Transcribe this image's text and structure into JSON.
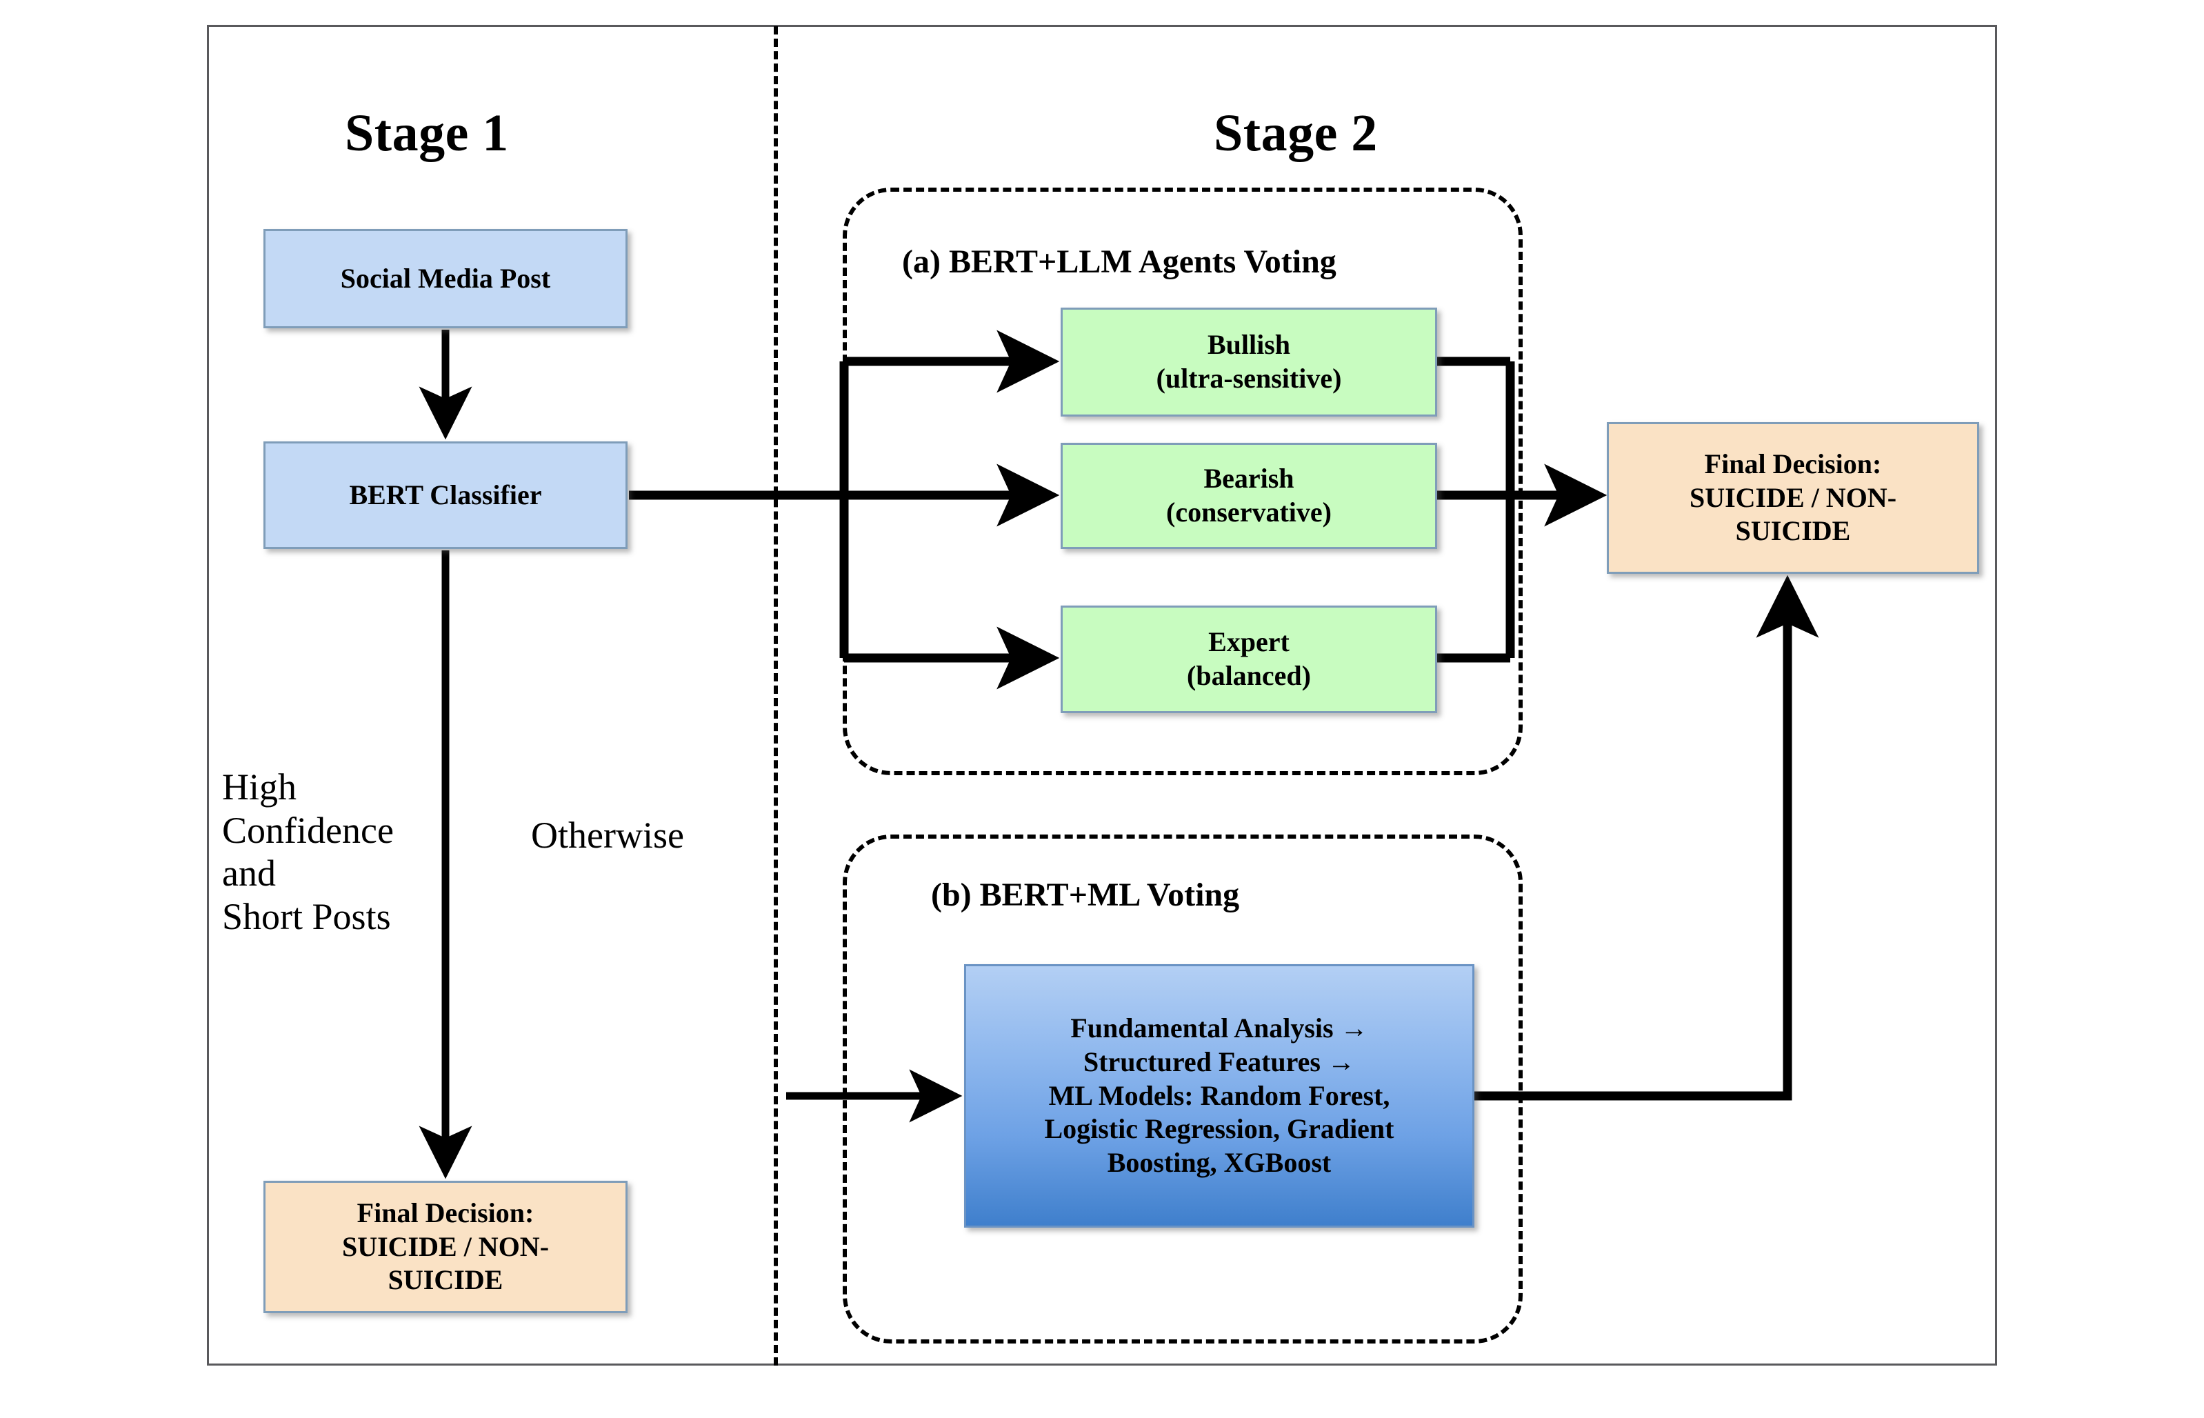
{
  "figure": {
    "stage1": {
      "title": "Stage 1"
    },
    "stage2": {
      "title": "Stage 2"
    }
  },
  "nodes": {
    "social_post": {
      "label": "Social Media Post",
      "fill": "#c3d9f5"
    },
    "bert_classifier": {
      "label": "BERT Classifier",
      "fill": "#c3d9f5"
    },
    "final_left": {
      "line1": "Final Decision:",
      "line2": "SUICIDE / NON-",
      "line3": "SUICIDE",
      "fill": "#fae2c5"
    },
    "bullish": {
      "line1": "Bullish",
      "line2": "(ultra-sensitive)",
      "fill": "#c8fcc0"
    },
    "bearish": {
      "line1": "Bearish",
      "line2": "(conservative)",
      "fill": "#c8fcc0"
    },
    "expert": {
      "line1": "Expert",
      "line2": "(balanced)",
      "fill": "#c8fcc0"
    },
    "final_right": {
      "line1": "Final Decision:",
      "line2": "SUICIDE / NON-",
      "line3": "SUICIDE",
      "fill": "#fae2c5"
    },
    "ml_pipeline": {
      "line1": "Fundamental Analysis →",
      "line2": "Structured Features →",
      "line3": "ML Models: Random Forest,",
      "line4": "Logistic Regression, Gradient",
      "line5": "Boosting, XGBoost",
      "fill_top": "#b3cff4",
      "fill_bottom": "#3f7fcc"
    }
  },
  "panels": {
    "a": {
      "label": "(a) BERT+LLM Agents Voting"
    },
    "b": {
      "label": "(b) BERT+ML Voting"
    }
  },
  "edge_labels": {
    "high_confidence": "High Confidence and Short Posts",
    "high_confidence_lines": [
      "High",
      "Confidence",
      "and",
      "Short Posts"
    ],
    "otherwise": "Otherwise"
  },
  "style": {
    "arrow_color": "#000000",
    "frame_color": "#59595c",
    "box_border": "#7f9db9",
    "divider_style": "dashed"
  }
}
